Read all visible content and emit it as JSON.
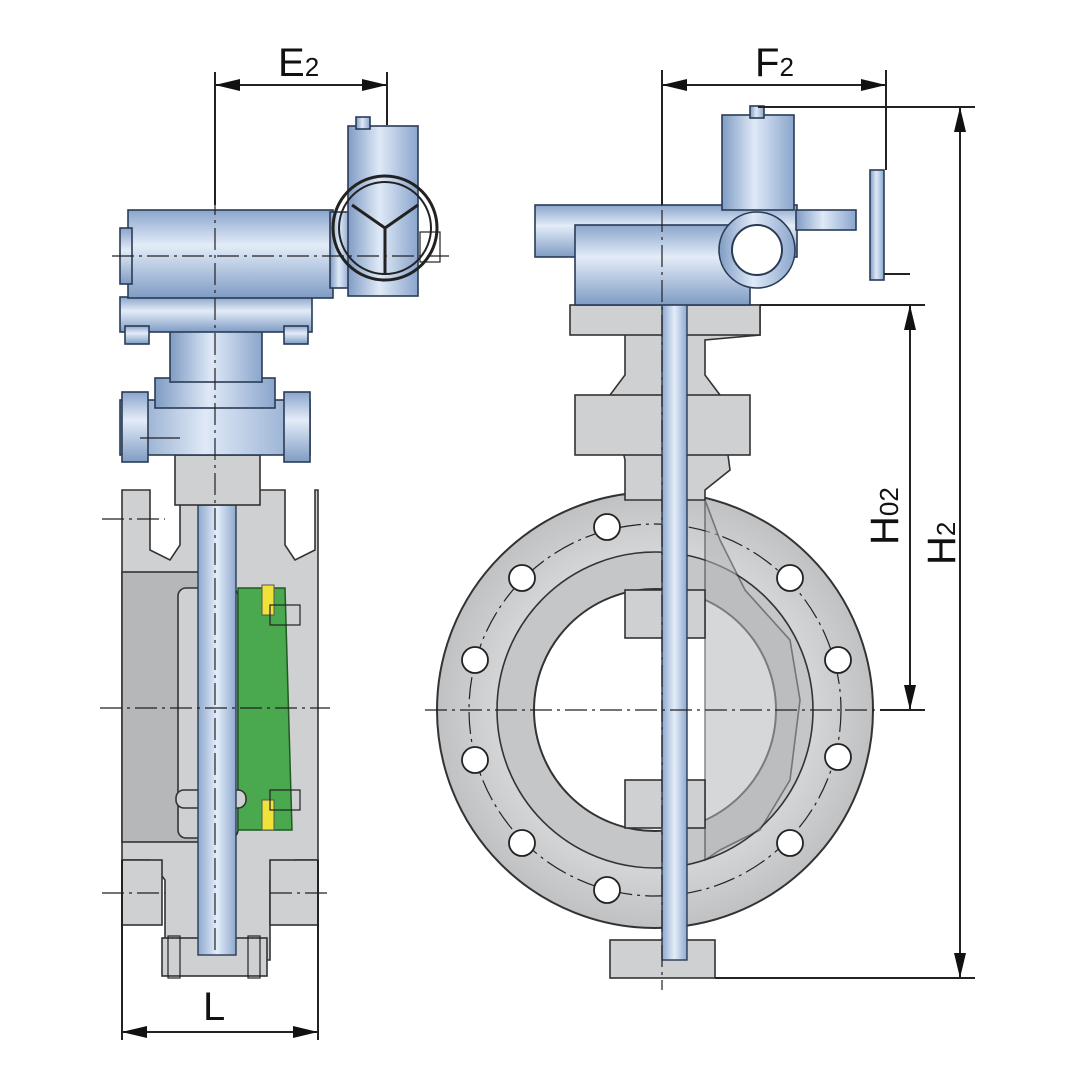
{
  "dimensions": {
    "e2": {
      "main": "E",
      "sub": "2"
    },
    "f2": {
      "main": "F",
      "sub": "2"
    },
    "h02": {
      "main": "H",
      "sub": "02"
    },
    "h2": {
      "main": "H",
      "sub": "2"
    },
    "l": {
      "main": "L"
    }
  },
  "colors": {
    "actuator_blue": "#9fb6d6",
    "body_gray": "#cfd0d1",
    "seal_green": "#4aa84f",
    "seal_yellow": "#f1e23a",
    "line_black": "#222222"
  }
}
